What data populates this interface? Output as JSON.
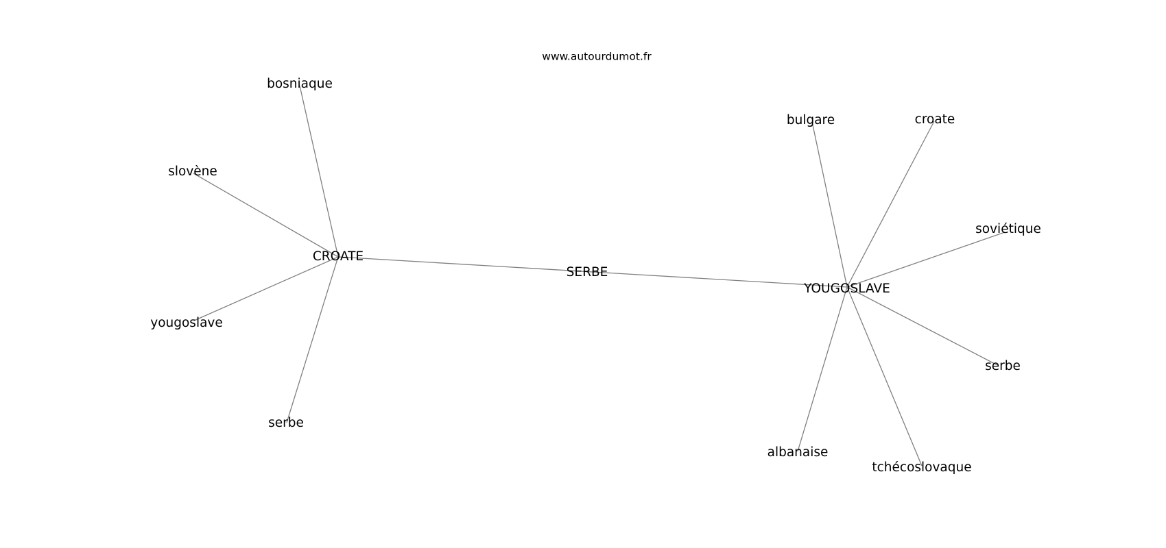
{
  "source": "www.autourdumot.fr",
  "nodes": [
    {
      "id": "serbe_center",
      "label": "SERBE"
    },
    {
      "id": "croate_hub",
      "label": "CROATE"
    },
    {
      "id": "yougoslave_hub",
      "label": "YOUGOSLAVE"
    },
    {
      "id": "bosniaque",
      "label": "bosniaque"
    },
    {
      "id": "slovene",
      "label": "slovène"
    },
    {
      "id": "yougoslave_leaf",
      "label": "yougoslave"
    },
    {
      "id": "serbe_leaf_left",
      "label": "serbe"
    },
    {
      "id": "bulgare",
      "label": "bulgare"
    },
    {
      "id": "croate_leaf",
      "label": "croate"
    },
    {
      "id": "sovietique",
      "label": "soviétique"
    },
    {
      "id": "serbe_leaf_right",
      "label": "serbe"
    },
    {
      "id": "tchecoslovaque",
      "label": "tchécoslovaque"
    },
    {
      "id": "albanaise",
      "label": "albanaise"
    }
  ],
  "edges": [
    [
      "croate_hub",
      "yougoslave_hub"
    ],
    [
      "croate_hub",
      "bosniaque"
    ],
    [
      "croate_hub",
      "slovene"
    ],
    [
      "croate_hub",
      "yougoslave_leaf"
    ],
    [
      "croate_hub",
      "serbe_leaf_left"
    ],
    [
      "yougoslave_hub",
      "bulgare"
    ],
    [
      "yougoslave_hub",
      "croate_leaf"
    ],
    [
      "yougoslave_hub",
      "sovietique"
    ],
    [
      "yougoslave_hub",
      "serbe_leaf_right"
    ],
    [
      "yougoslave_hub",
      "tchecoslovaque"
    ],
    [
      "yougoslave_hub",
      "albanaise"
    ]
  ]
}
